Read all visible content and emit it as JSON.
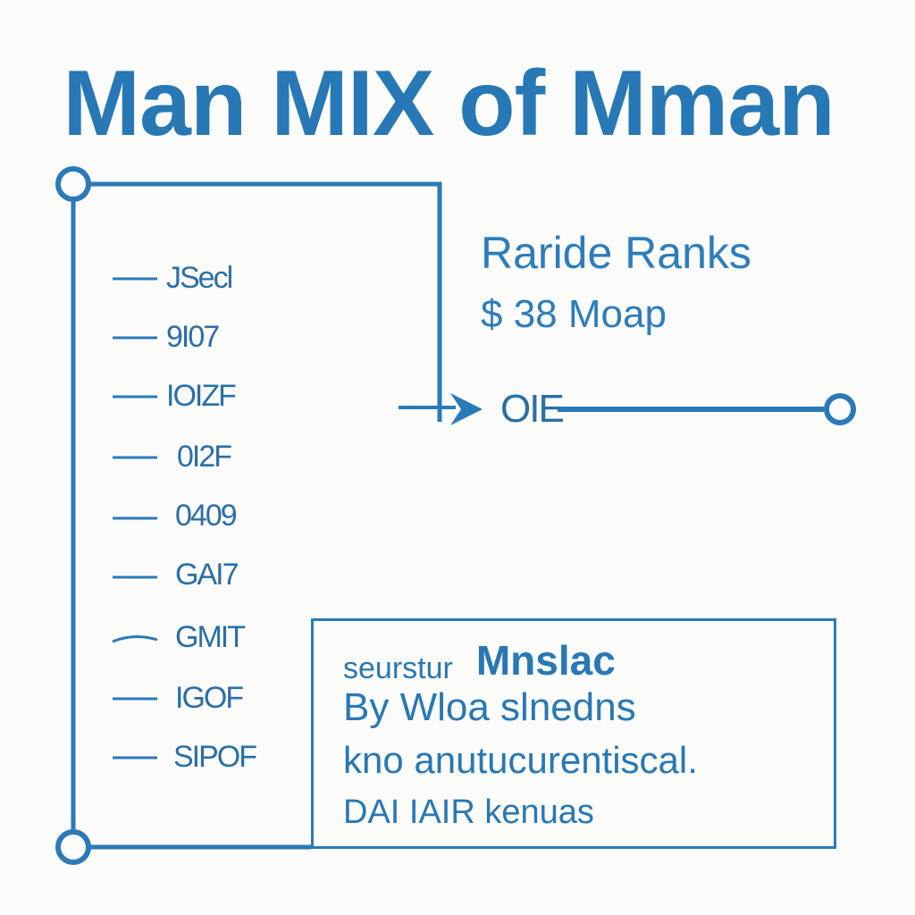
{
  "title": "Man MIX of Mman",
  "left_panel": {
    "labels": [
      "JSecl",
      "9I07",
      "IOIZF",
      "0I2F",
      "0409",
      "GAI7",
      "GMIT",
      "IGOF",
      "SIPOF"
    ]
  },
  "right_panel": {
    "heading": "Raride Ranks",
    "subheading": "$ 38 Moap",
    "arrow_label": "OIE"
  },
  "note_box": {
    "line1_prefix": "seurstur",
    "line1_strong": "Mnslac",
    "line2": "By Wloa slnedns",
    "line3": "kno anutucurentiscal.",
    "line4": "DAI IAIR kenuas"
  },
  "colors": {
    "primary": "#2a7ab8",
    "background": "#fbfbfa"
  }
}
